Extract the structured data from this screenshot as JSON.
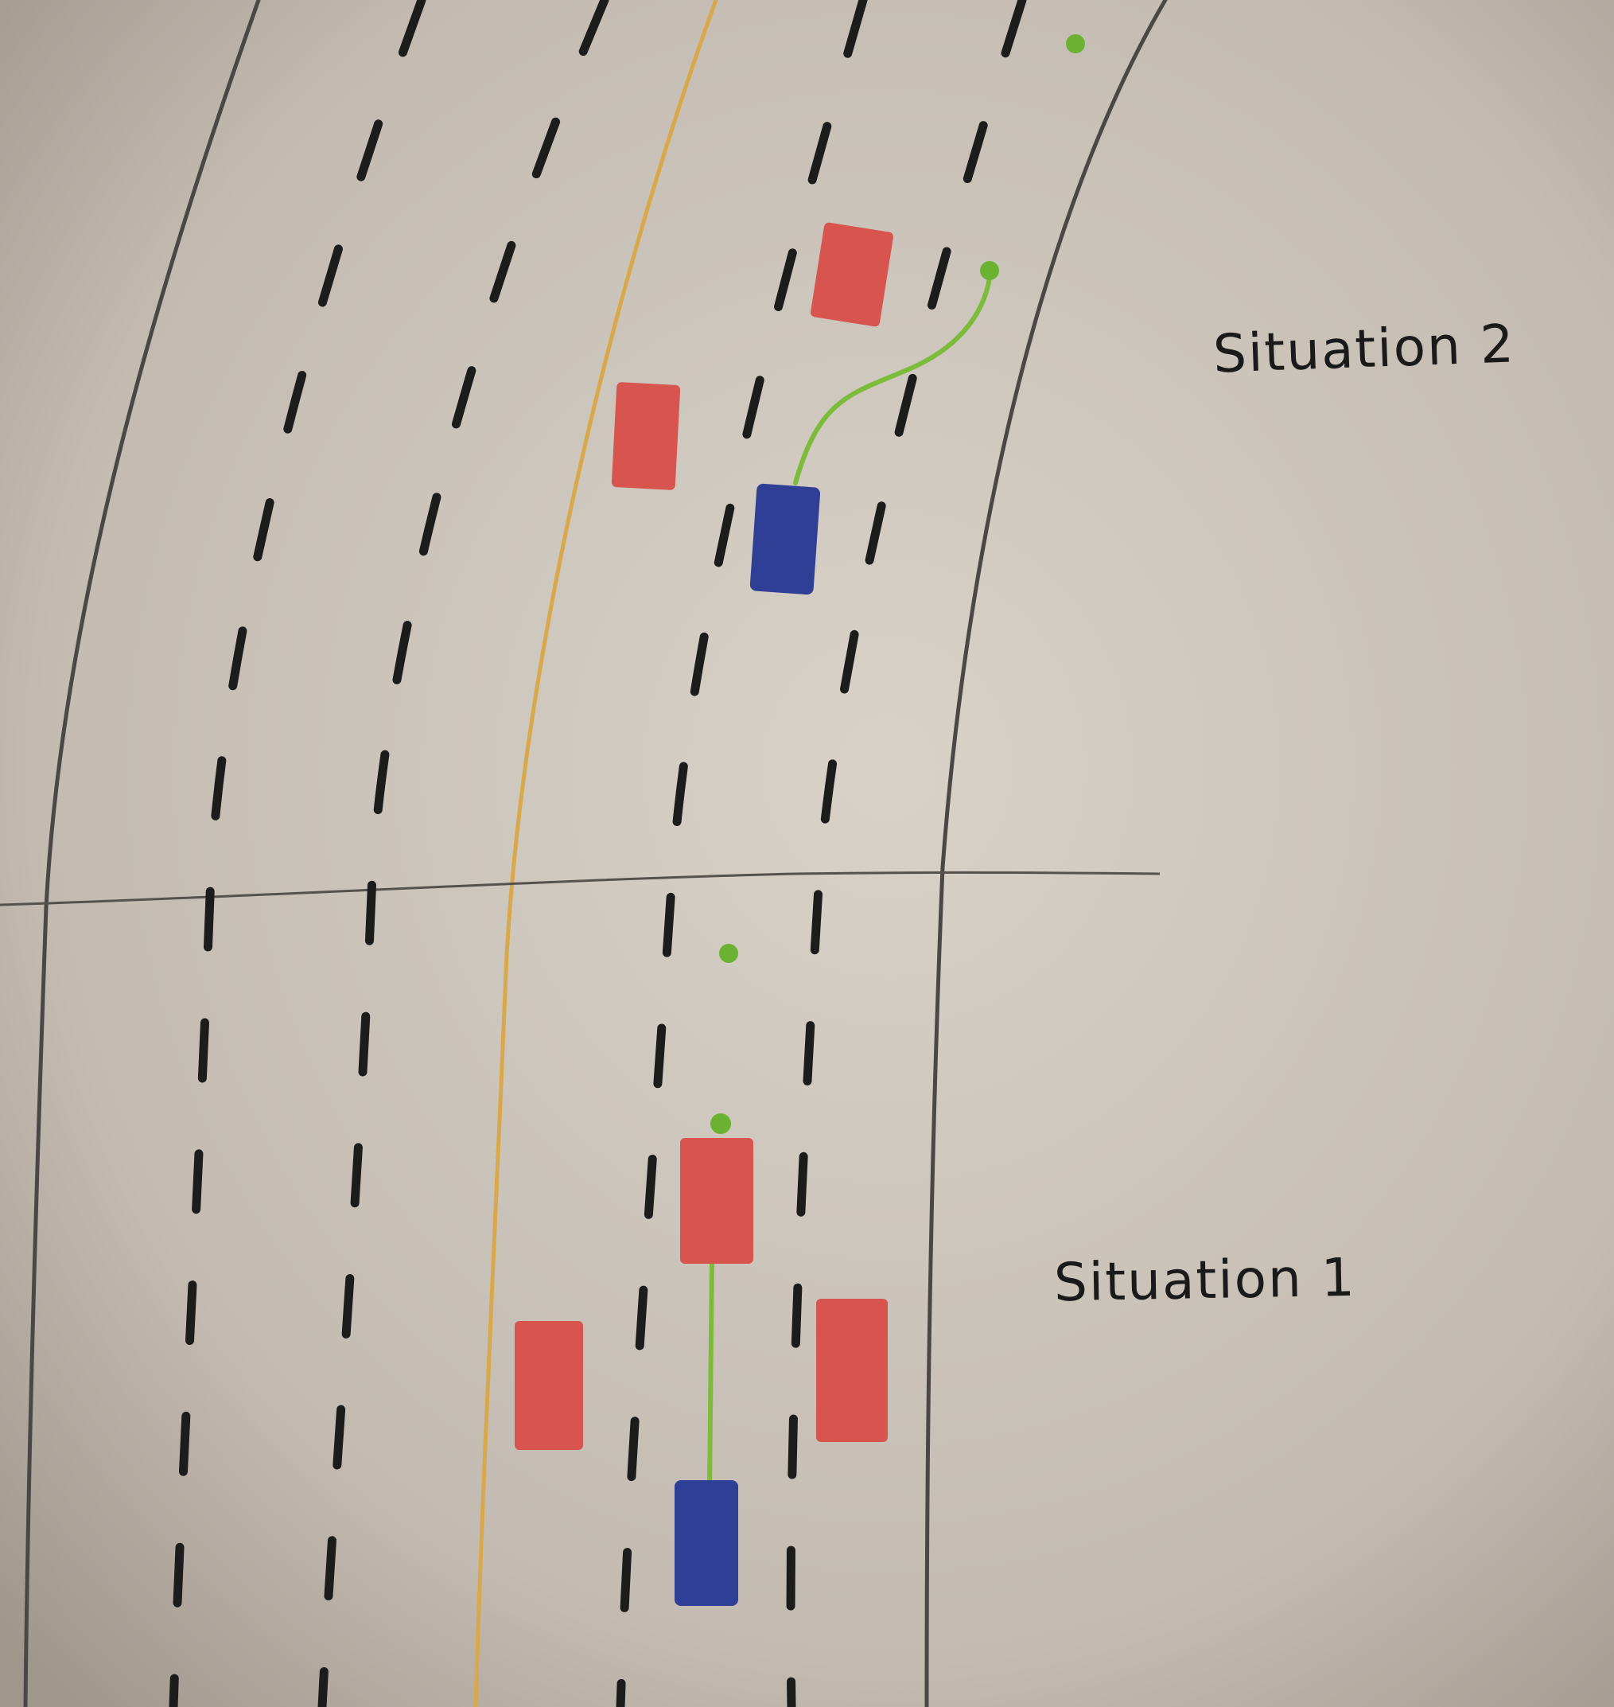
{
  "labels": {
    "situation_2": "Situation 2",
    "situation_1": "Situation 1"
  },
  "colors": {
    "paper": "#bfb7ad",
    "pencil": "#4a4744",
    "dash": "#1c1c1c",
    "median": "#d9a84a",
    "other_vehicle": "#d7544f",
    "ego_vehicle": "#2f3f95",
    "trajectory": "#7dbb3a"
  },
  "scenarios": [
    {
      "name": "Situation 2",
      "ego_vehicle": "blue",
      "other_vehicles": 2,
      "planned_path": "lane change to the right"
    },
    {
      "name": "Situation 1",
      "ego_vehicle": "blue",
      "other_vehicles": 3,
      "planned_path": "straight ahead in lane"
    }
  ]
}
